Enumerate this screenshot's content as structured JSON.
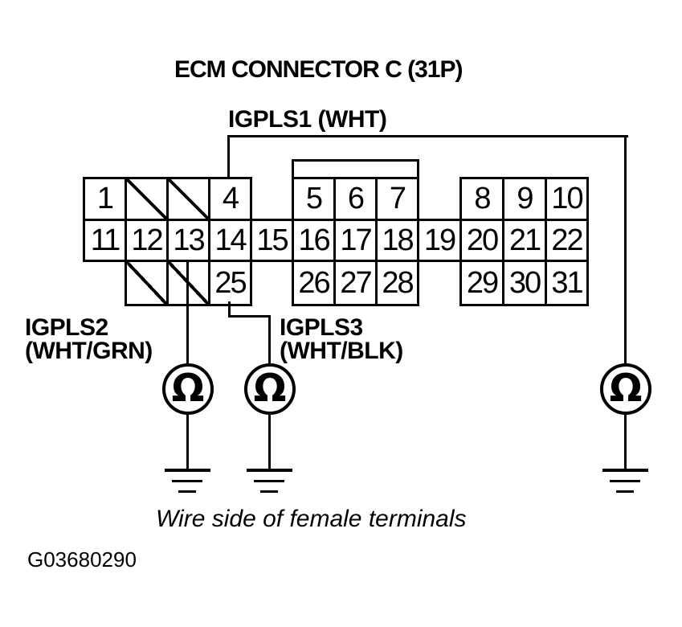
{
  "title": "ECM CONNECTOR C (31P)",
  "wire_labels": {
    "igpls1": "IGPLS1 (WHT)",
    "igpls2": [
      "IGPLS2",
      "(WHT/GRN)"
    ],
    "igpls3": [
      "IGPLS3",
      "(WHT/BLK)"
    ]
  },
  "connector": {
    "name": "ECM connector C, 31 pins, wire side of female terminals",
    "columns": 12,
    "rows": 3,
    "cells": [
      {
        "row": 0,
        "col": 0,
        "pin": "1"
      },
      {
        "row": 0,
        "col": 1,
        "pin": "",
        "hatched": true
      },
      {
        "row": 0,
        "col": 2,
        "pin": "",
        "hatched": true
      },
      {
        "row": 0,
        "col": 3,
        "pin": "4"
      },
      {
        "row": 0,
        "col": 5,
        "pin": "5"
      },
      {
        "row": 0,
        "col": 6,
        "pin": "6"
      },
      {
        "row": 0,
        "col": 7,
        "pin": "7"
      },
      {
        "row": 0,
        "col": 9,
        "pin": "8"
      },
      {
        "row": 0,
        "col": 10,
        "pin": "9"
      },
      {
        "row": 0,
        "col": 11,
        "pin": "10"
      },
      {
        "row": 1,
        "col": 0,
        "pin": "11"
      },
      {
        "row": 1,
        "col": 1,
        "pin": "12"
      },
      {
        "row": 1,
        "col": 2,
        "pin": "13"
      },
      {
        "row": 1,
        "col": 3,
        "pin": "14"
      },
      {
        "row": 1,
        "col": 4,
        "pin": "15"
      },
      {
        "row": 1,
        "col": 5,
        "pin": "16"
      },
      {
        "row": 1,
        "col": 6,
        "pin": "17"
      },
      {
        "row": 1,
        "col": 7,
        "pin": "18"
      },
      {
        "row": 1,
        "col": 8,
        "pin": "19"
      },
      {
        "row": 1,
        "col": 9,
        "pin": "20"
      },
      {
        "row": 1,
        "col": 10,
        "pin": "21"
      },
      {
        "row": 1,
        "col": 11,
        "pin": "22"
      },
      {
        "row": 2,
        "col": 1,
        "pin": "",
        "hatched": true
      },
      {
        "row": 2,
        "col": 2,
        "pin": "",
        "hatched": true
      },
      {
        "row": 2,
        "col": 3,
        "pin": "25"
      },
      {
        "row": 2,
        "col": 5,
        "pin": "26"
      },
      {
        "row": 2,
        "col": 6,
        "pin": "27"
      },
      {
        "row": 2,
        "col": 7,
        "pin": "28"
      },
      {
        "row": 2,
        "col": 9,
        "pin": "29"
      },
      {
        "row": 2,
        "col": 10,
        "pin": "30"
      },
      {
        "row": 2,
        "col": 11,
        "pin": "31"
      }
    ]
  },
  "meters": [
    {
      "id": "ohmmeter-igpls2",
      "symbol": "Ω"
    },
    {
      "id": "ohmmeter-igpls3",
      "symbol": "Ω"
    },
    {
      "id": "ohmmeter-igpls1",
      "symbol": "Ω"
    }
  ],
  "footer": {
    "caption": "Wire side of female terminals",
    "doc_id": "G03680290"
  },
  "colors": {
    "ink": "#000000",
    "paper": "#ffffff"
  }
}
